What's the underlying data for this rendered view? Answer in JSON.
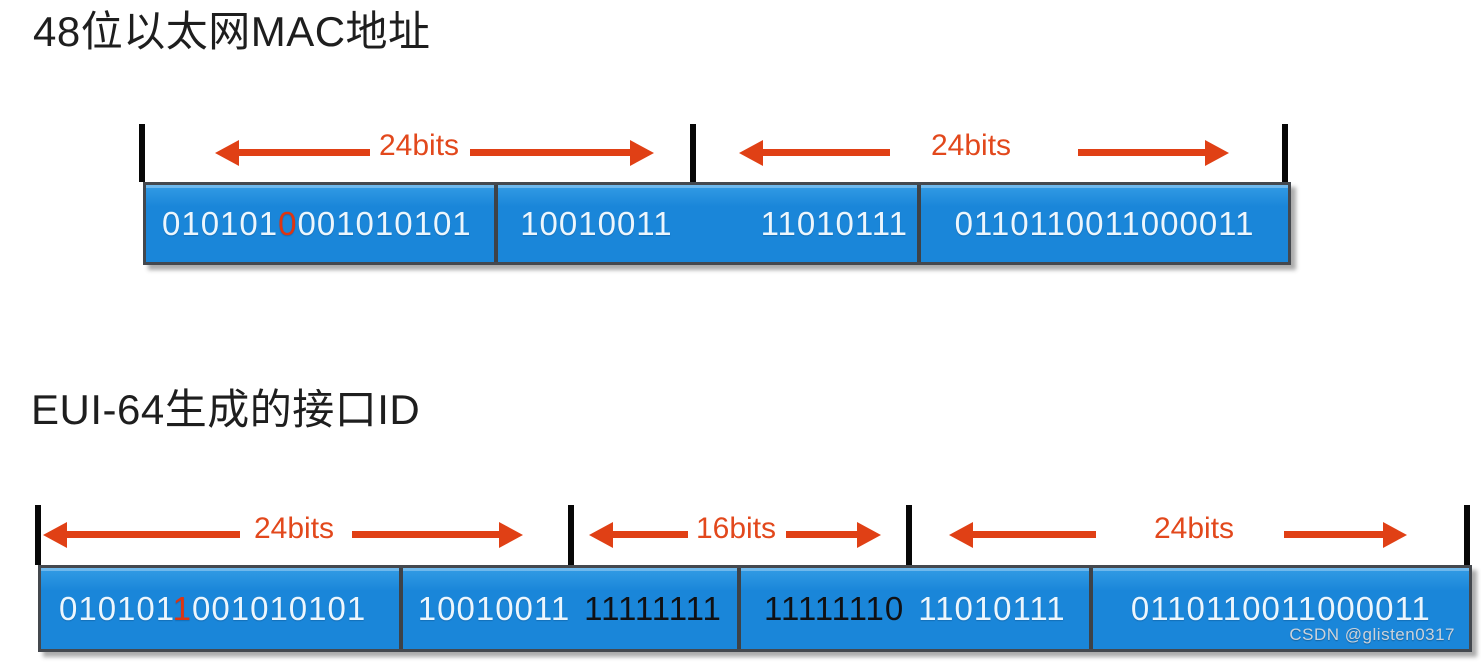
{
  "colors": {
    "bar_blue": "#1a86d9",
    "accent_red_bit": "#de3511",
    "arrow_orange": "#e04015",
    "bit_white": "#ecf6fd",
    "bit_black": "#101114",
    "title_black": "#1e1e1e",
    "watermark_gray": "#ccd2da"
  },
  "mac48": {
    "title": "48位以太网MAC地址",
    "span_labels": [
      "24bits",
      "24bits"
    ],
    "bar": {
      "seg1": {
        "pre": "010101",
        "flipped_bit": "0",
        "post": "001010101"
      },
      "seg2": {
        "octet1": "10010011",
        "octet2": "11010111"
      },
      "seg3": {
        "bits": "0110110011000011"
      }
    }
  },
  "eui64": {
    "title": "EUI-64生成的接口ID",
    "span_labels": [
      "24bits",
      "16bits",
      "24bits"
    ],
    "bar": {
      "seg1": {
        "pre": "010101",
        "flipped_bit": "1",
        "post": "001010101"
      },
      "seg2": {
        "octet1": "10010011",
        "inserted": "11111111"
      },
      "seg3": {
        "inserted": "11111110",
        "octet2": "11010111"
      },
      "seg4": {
        "bits": "0110110011000011"
      }
    }
  },
  "watermark": "CSDN @glisten0317"
}
